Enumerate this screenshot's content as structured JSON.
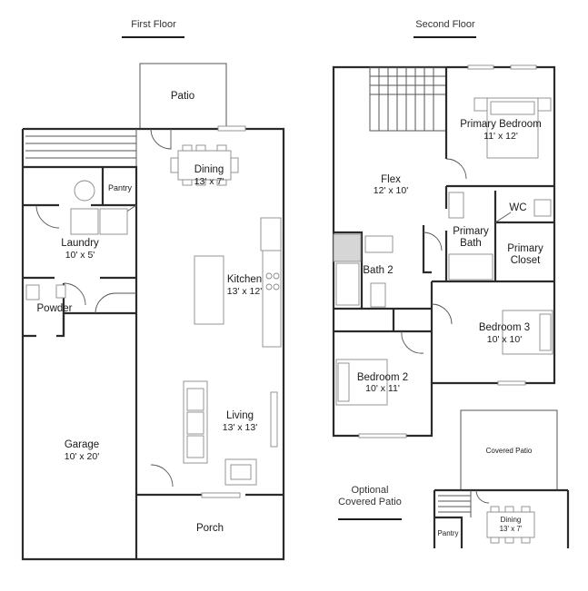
{
  "headers": {
    "first_floor": "First Floor",
    "second_floor": "Second Floor"
  },
  "first_floor": {
    "patio": "Patio",
    "dining": {
      "name": "Dining",
      "dim": "13' x 7'"
    },
    "pantry": "Pantry",
    "laundry": {
      "name": "Laundry",
      "dim": "10' x 5'"
    },
    "kitchen": {
      "name": "Kitchen",
      "dim": "13' x 12'"
    },
    "powder": "Powder",
    "living": {
      "name": "Living",
      "dim": "13' x 13'"
    },
    "garage": {
      "name": "Garage",
      "dim": "10' x 20'"
    },
    "porch": "Porch"
  },
  "second_floor": {
    "flex": {
      "name": "Flex",
      "dim": "12' x 10'"
    },
    "primary_bedroom": {
      "name": "Primary Bedroom",
      "dim": "11' x 12'"
    },
    "wc": "WC",
    "primary_bath": {
      "line1": "Primary",
      "line2": "Bath"
    },
    "primary_closet": {
      "line1": "Primary",
      "line2": "Closet"
    },
    "bath2": "Bath 2",
    "bedroom3": {
      "name": "Bedroom 3",
      "dim": "10' x 10'"
    },
    "bedroom2": {
      "name": "Bedroom 2",
      "dim": "10' x 11'"
    }
  },
  "optional": {
    "title_line1": "Optional",
    "title_line2": "Covered Patio",
    "covered_patio": "Covered Patio",
    "pantry": "Pantry",
    "dining": {
      "name": "Dining",
      "dim": "13' x 7'"
    }
  }
}
